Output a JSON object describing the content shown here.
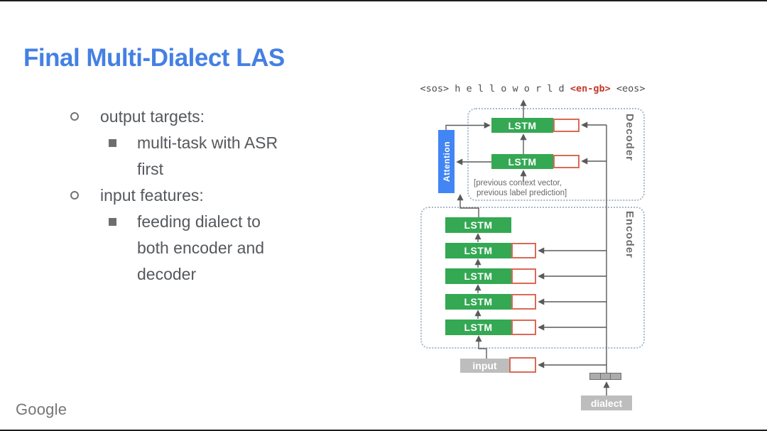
{
  "slide": {
    "title": "Final Multi-Dialect LAS",
    "footer_logo": "Google"
  },
  "bullets": [
    {
      "level": 1,
      "text": "output targets:"
    },
    {
      "level": 2,
      "text": "multi-task with ASR first"
    },
    {
      "level": 1,
      "text": "input features:"
    },
    {
      "level": 2,
      "text": "feeding dialect to both encoder and decoder"
    }
  ],
  "diagram": {
    "output_sequence": {
      "prefix": "<sos> h e l l o w o r l d ",
      "dialect_token": "<en-gb>",
      "suffix": " <eos>"
    },
    "decoder": {
      "label": "Decoder",
      "lstm_labels": [
        "LSTM",
        "LSTM"
      ],
      "note_line1": "[previous context vector,",
      "note_line2": "previous label prediction]"
    },
    "attention_label": "Attention",
    "encoder": {
      "label": "Encoder",
      "lstm_labels": [
        "LSTM",
        "LSTM",
        "LSTM",
        "LSTM",
        "LSTM"
      ]
    },
    "input_label": "input",
    "dialect_label": "dialect",
    "colors": {
      "title_blue": "#4480e4",
      "lstm_green": "#34a853",
      "attention_blue": "#4285f4",
      "dialect_border_red": "#d96a55",
      "token_red": "#c5392b",
      "gray_box": "#bdbdbd",
      "dotted_border": "#a7bac9",
      "wire": "#5a5a5a"
    }
  }
}
